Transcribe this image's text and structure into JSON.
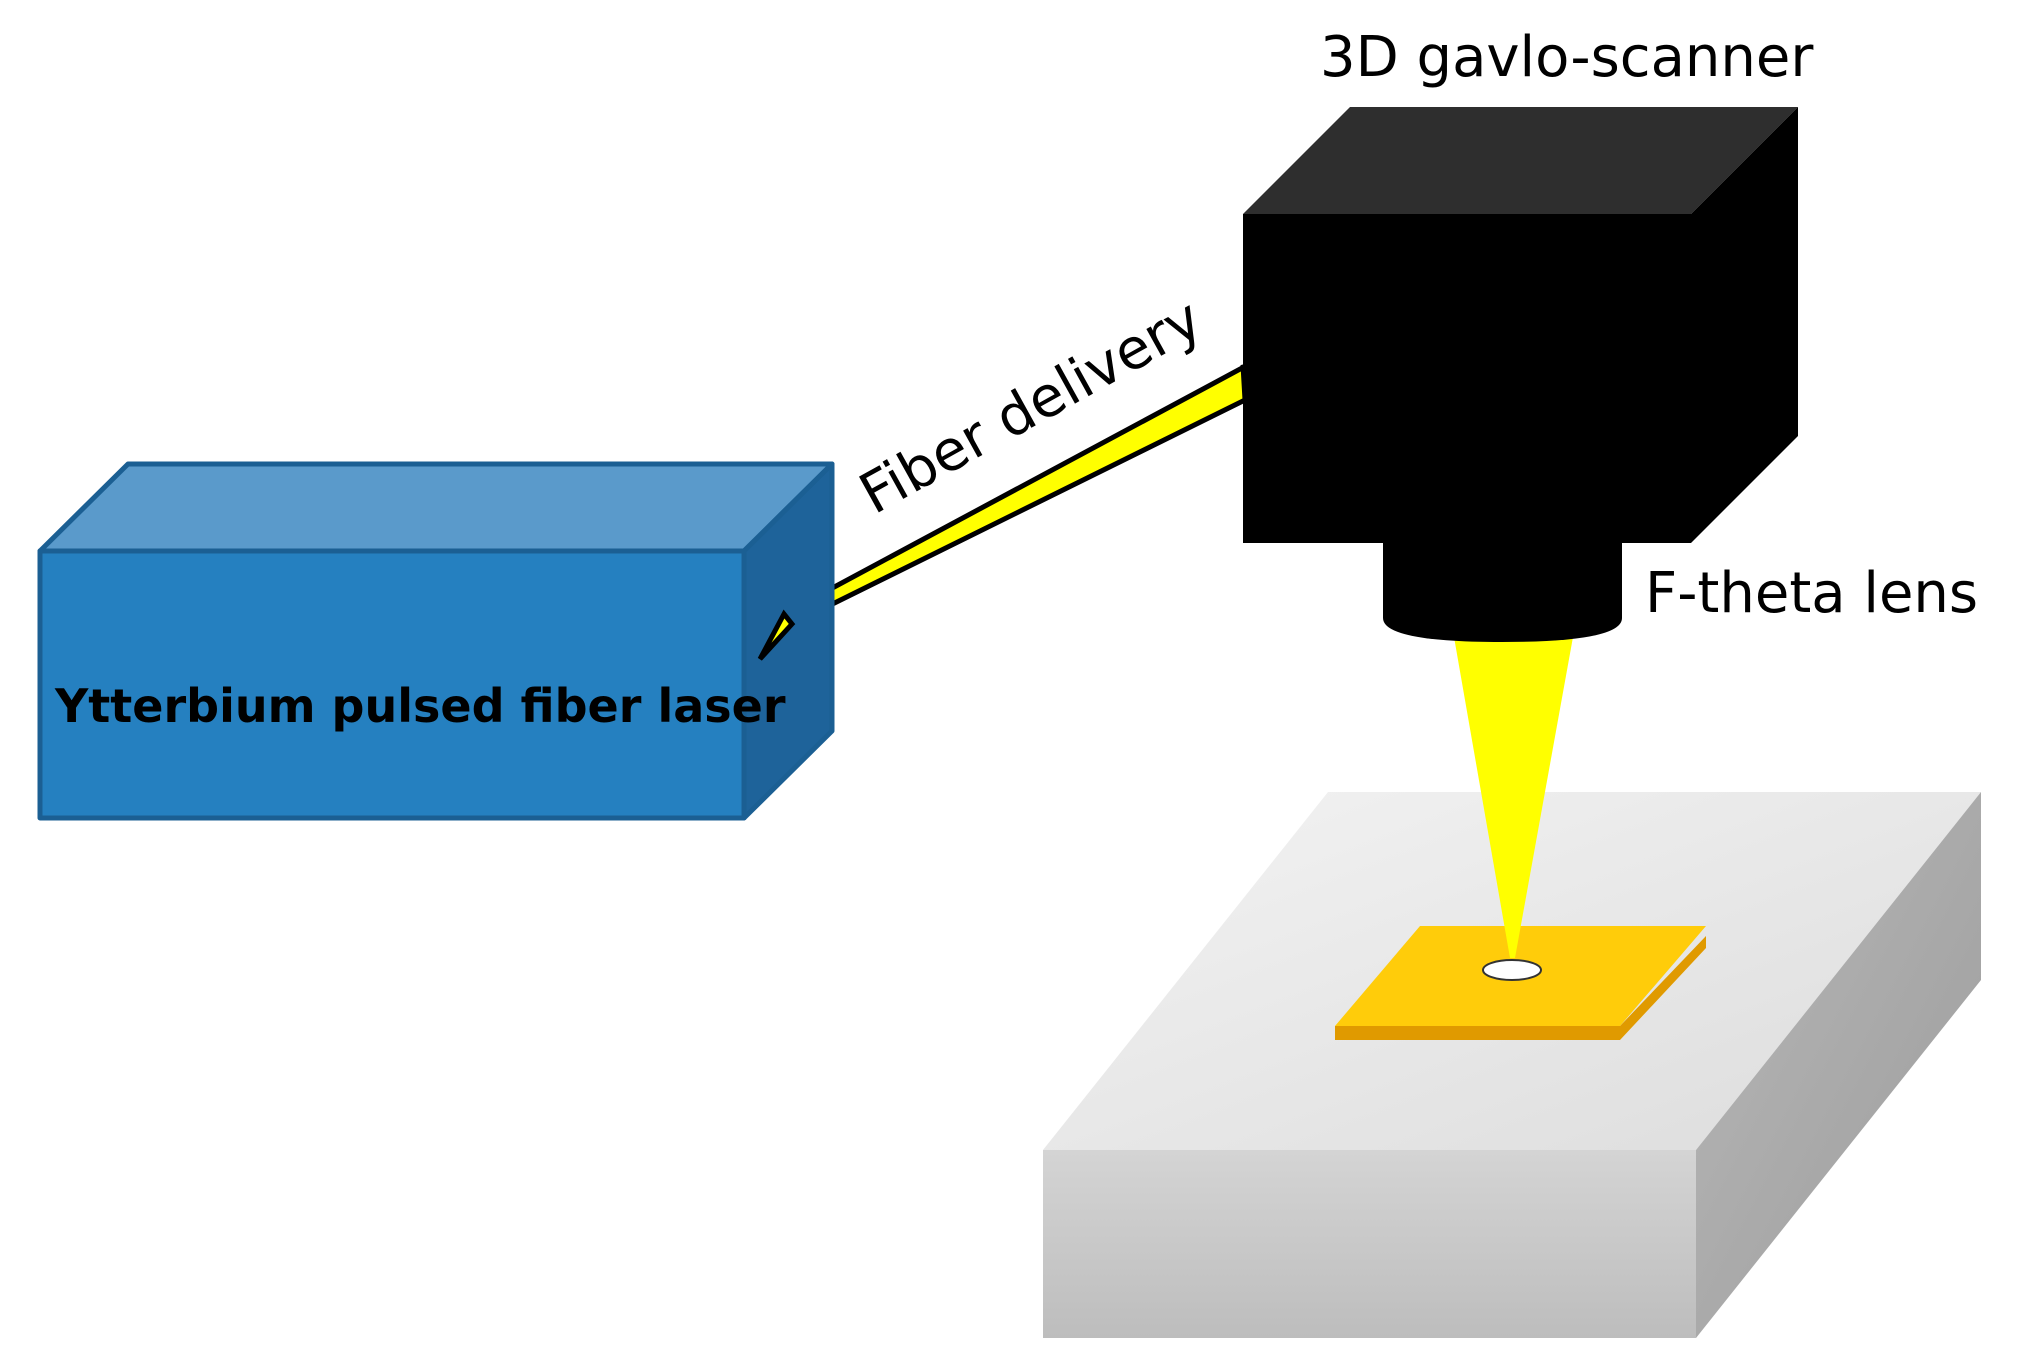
{
  "labels": {
    "scanner": "3D gavlo-scanner",
    "fiber": "Fiber delivery",
    "lens": "F-theta lens",
    "laser": "Ytterbium pulsed fiber laser"
  },
  "colors": {
    "laser_front": "#2580C0",
    "laser_top": "#5A9ACB",
    "laser_side": "#1E639A",
    "laser_edge": "#1B5F93",
    "scanner_body": "#000000",
    "scanner_top": "#2E2E2E",
    "beam": "#FFFF00",
    "sample_top": "#FFCC0A",
    "sample_edge": "#E09A00",
    "stage_top": "#E8E8E8",
    "stage_front": "#C4C4C4",
    "stage_side": "#A8A8A8"
  }
}
